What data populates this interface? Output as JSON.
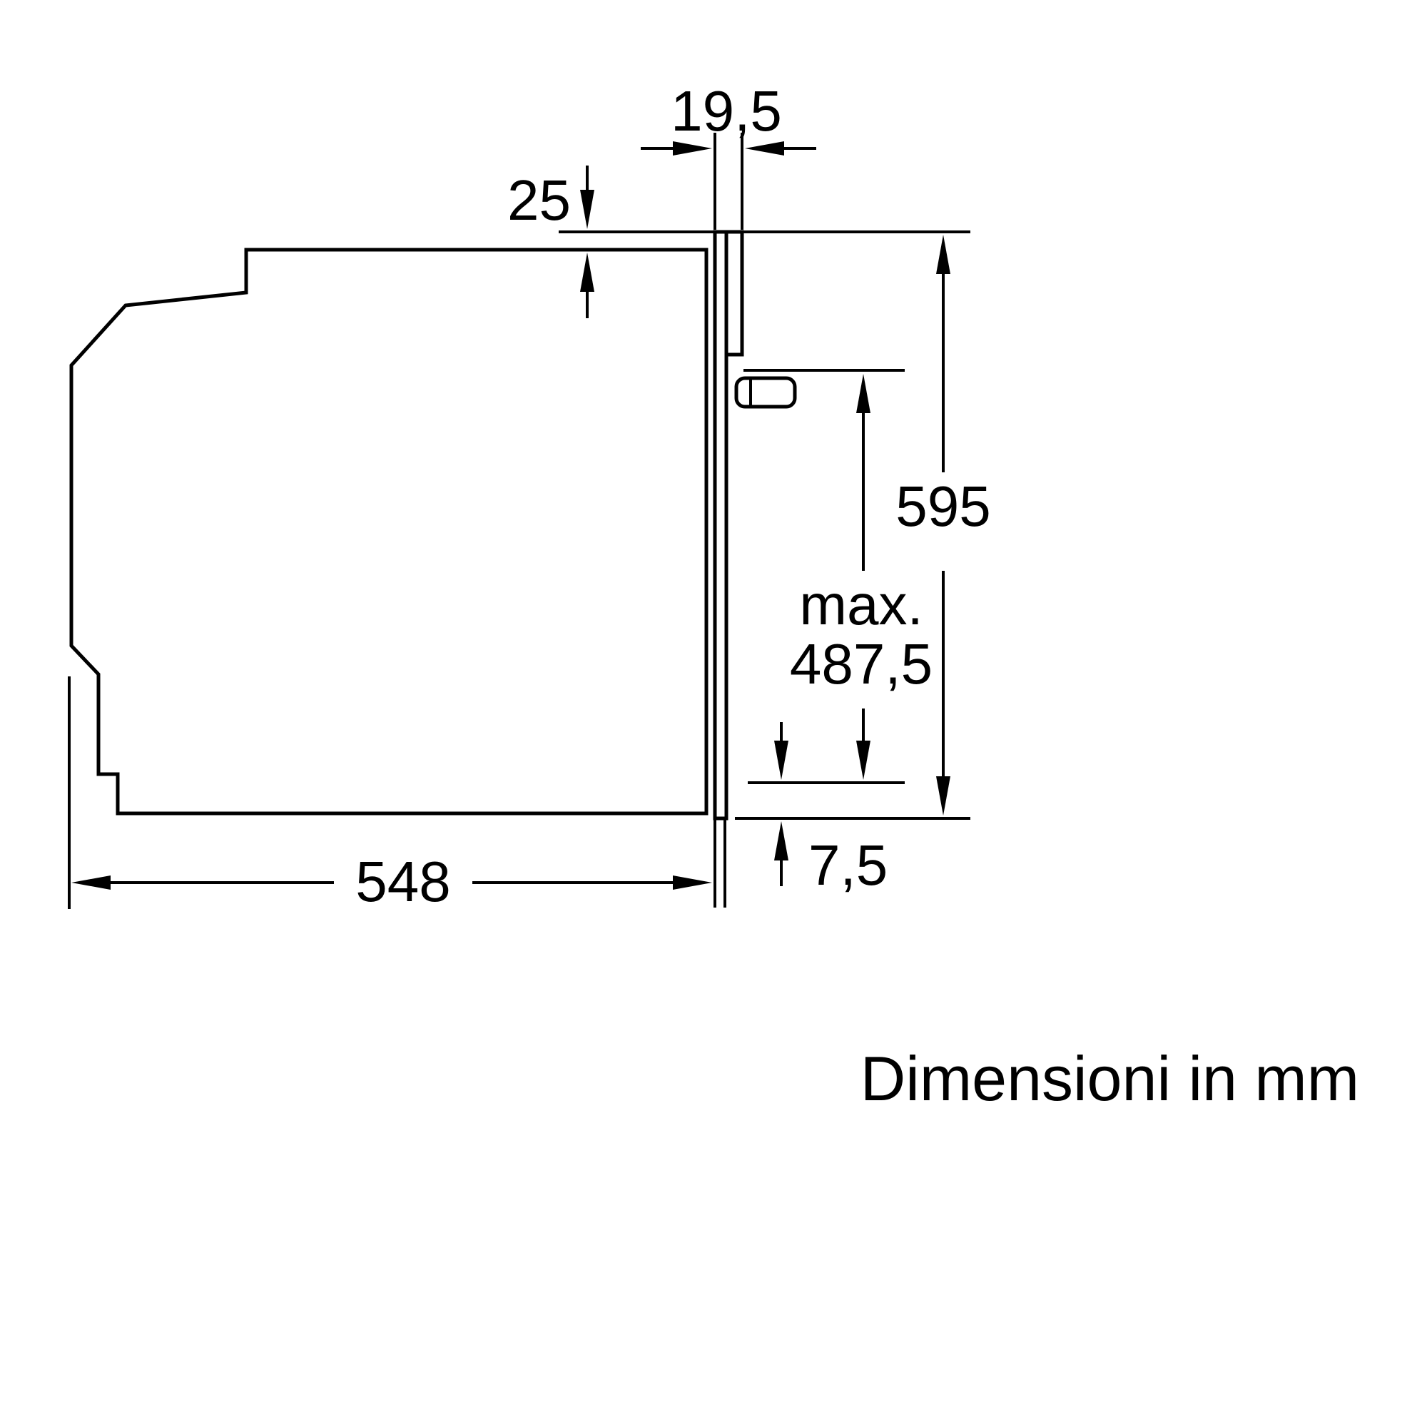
{
  "meta": {
    "caption": "Dimensioni in mm",
    "drawing_type": "built-in oven side-view installation dimensions"
  },
  "labels": {
    "door_thickness": "19,5",
    "top_clearance": "25",
    "front_height": "595",
    "max_prefix": "max.",
    "max_value": "487,5",
    "body_depth": "548",
    "bottom_overhang": "7,5"
  },
  "colors": {
    "line": "#000000",
    "background": "#ffffff"
  }
}
